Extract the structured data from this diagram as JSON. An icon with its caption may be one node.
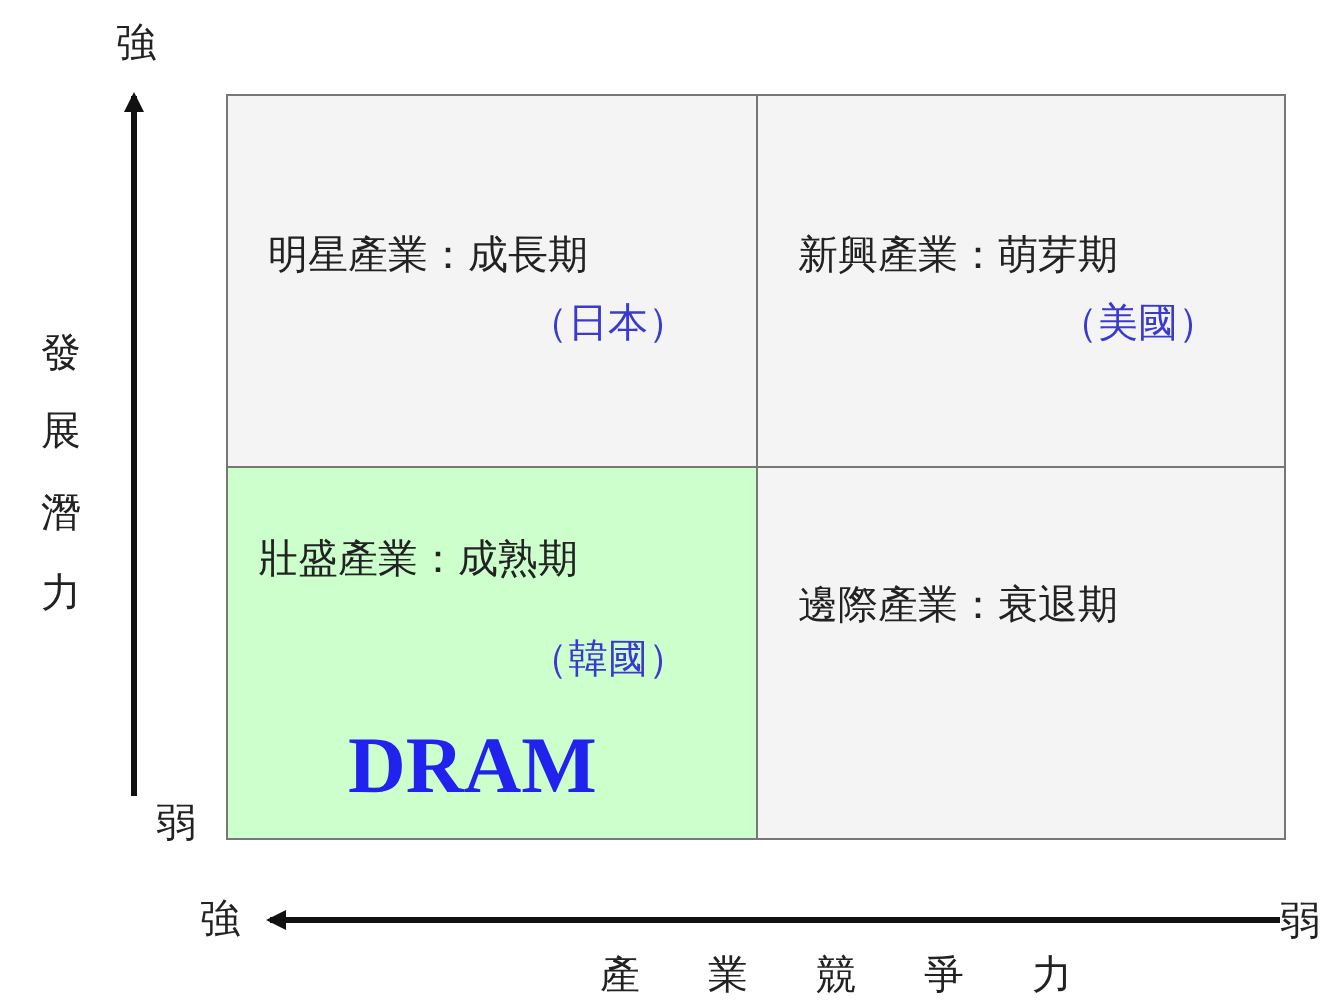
{
  "diagram": {
    "nodes": [
      {
        "text": [
          "明星產業：成長期",
          "（日本）"
        ]
      },
      {
        "text": [
          "新興產業：萌芽期",
          "（美國）"
        ]
      },
      {
        "text": [
          "壯盛產業：成熟期",
          "（韓國）",
          "DRAM"
        ]
      },
      {
        "text": [
          "邊際產業：衰退期"
        ]
      }
    ],
    "edges": [],
    "labels": [
      "強",
      "發展潛力",
      "弱",
      "強",
      "弱",
      "產業競爭力"
    ]
  }
}
